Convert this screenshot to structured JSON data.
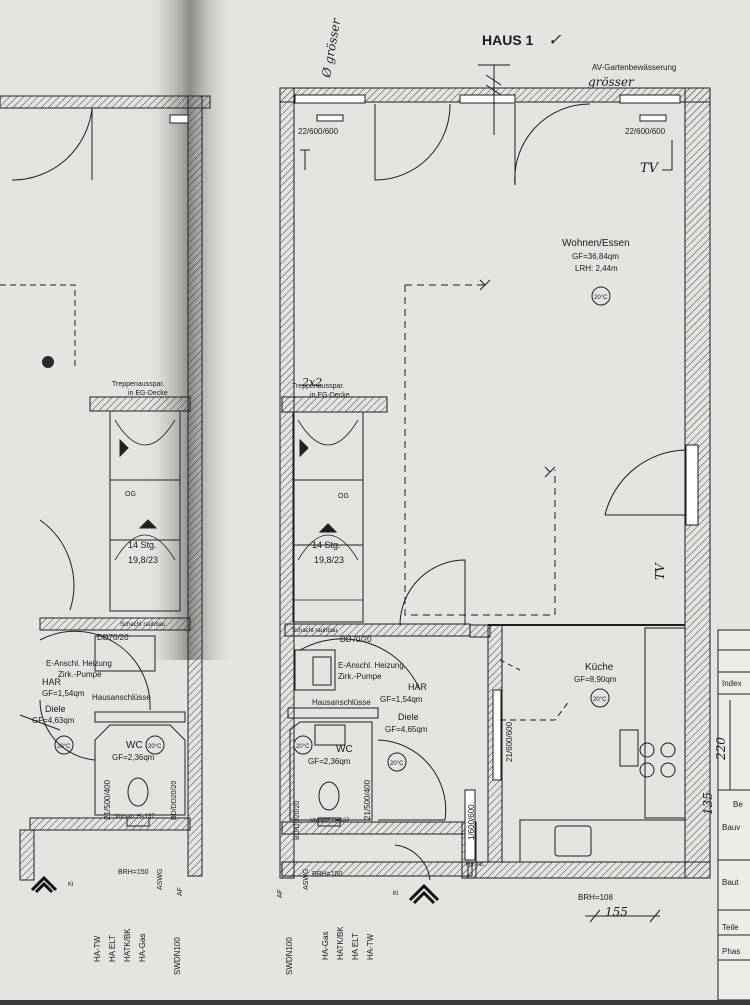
{
  "title": "HAUS 1",
  "title_mark": "✓",
  "annotation_top": "AV-Gartenbewässerung",
  "hand_notes": {
    "top_left": "Ø grösser",
    "top_right": "grösser",
    "tv": "TV",
    "side_a": "220",
    "side_b": "135",
    "tv2": "TV",
    "stair_note": "2x2"
  },
  "openings": {
    "window_left": "22/600/600",
    "window_right": "22/600/600",
    "kitchen_window": "21/600/600",
    "kitchen_door": "1/600/600",
    "wc_window": "21/500/400",
    "wc_window_left": "21/500/400",
    "wc_small": "BD/DD20/20",
    "wc_small_left": "BD/DD20/20",
    "dd": "DD70/20",
    "dd_left": "DD70/20"
  },
  "rooms": {
    "wohnen": {
      "name": "Wohnen/Essen",
      "area": "GF=36,84qm",
      "height": "LRH: 2,44m",
      "temp": "20°C"
    },
    "kueche": {
      "name": "Küche",
      "area": "GF=8,90qm",
      "temp": "20°C"
    },
    "har": {
      "name": "HAR",
      "area": "GF=1,54qm"
    },
    "diele": {
      "name": "Diele",
      "area": "GF=4,65qm",
      "temp": "20°C"
    },
    "wc": {
      "name": "WC",
      "area": "GF=2,36qm",
      "temp": "20°C"
    }
  },
  "left_rooms": {
    "har": {
      "name": "HAR",
      "area": "GF=1,54qm"
    },
    "diele": {
      "name": "Diele",
      "area": "GF=4,63qm",
      "temp": "20°C"
    },
    "wc": {
      "name": "WC",
      "area": "GF=2,36qm",
      "temp": "20°C"
    }
  },
  "stairs": {
    "opening": "Treppenausspar.",
    "opening2": "in EG-Decke",
    "og": "OG",
    "steps": "14 Stg.",
    "ratio": "19,8/23"
  },
  "left_stairs": {
    "opening": "Treppenausspar.",
    "opening2": "in EG-Decke",
    "og": "OG",
    "steps": "14 Stg.",
    "ratio": "19,8/23"
  },
  "labels": {
    "schacht": "Schacht rauhbau",
    "hausanschluesse": "Hausanschlüsse",
    "anschl1": "E-Anschl. Heizung",
    "anschl2": "Zirk.-Pumpe",
    "vorsatz": "Vorsatz H=137",
    "brh": "BRH=150",
    "brh108": "BRH=108",
    "dim": "155",
    "hsnr": "Hs.-Nr."
  },
  "conduits": [
    "SWDN100",
    "HA-Gas",
    "HATK/BK",
    "HA ELT",
    "HA-TW"
  ],
  "left_conduits": [
    "HA-TW",
    "HA ELT",
    "HATK/BK",
    "HA-Gas",
    "SWDN100"
  ],
  "markers": {
    "asws": "ASWG",
    "af": "AF",
    "ki": "Kl"
  },
  "side_table": {
    "index": "Index",
    "be": "Be",
    "bauv": "Bauv",
    "baut": "Baut",
    "teile": "Teile",
    "phas": "Phas"
  }
}
